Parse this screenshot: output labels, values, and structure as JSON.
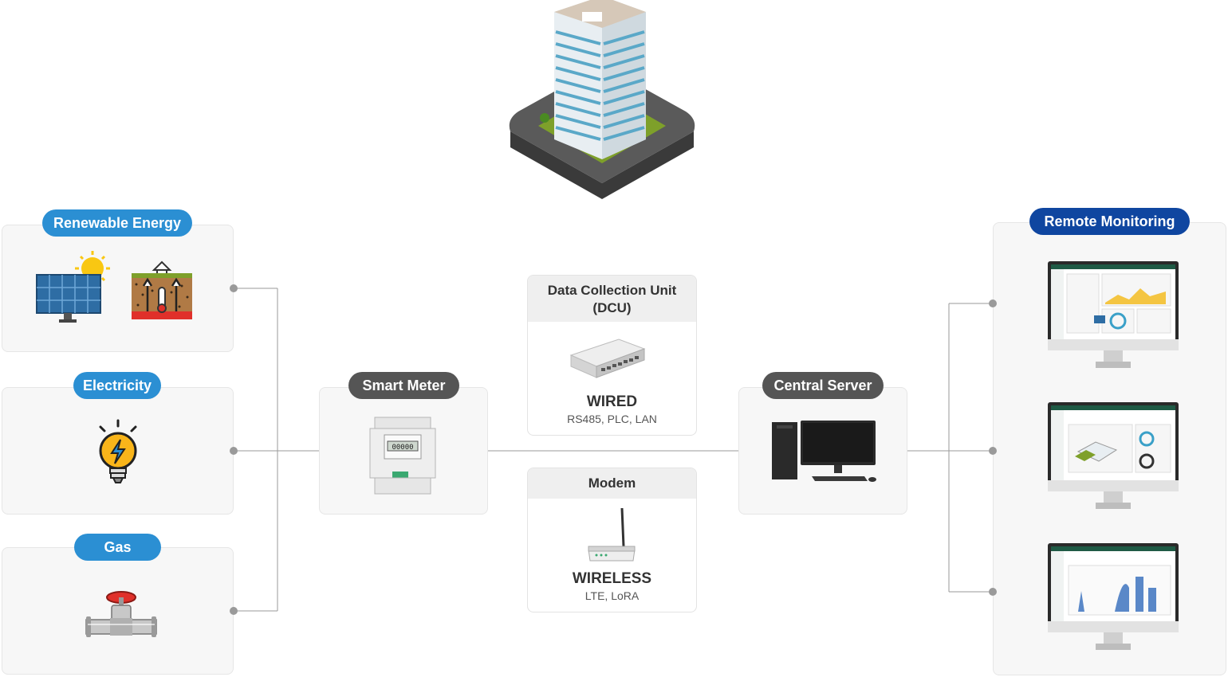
{
  "categories": {
    "renewable": "Renewable Energy",
    "electricity": "Electricity",
    "gas": "Gas"
  },
  "nodes": {
    "smart_meter": "Smart Meter",
    "central_server": "Central Server",
    "remote_monitoring": "Remote Monitoring"
  },
  "communication": {
    "dcu": {
      "title": "Data Collection Unit\n(DCU)",
      "type": "WIRED",
      "protocols": "RS485, PLC, LAN"
    },
    "modem": {
      "title": "Modem",
      "type": "WIRELESS",
      "protocols": "LTE,  LoRA"
    }
  },
  "icons": [
    "building-icon",
    "solar-panel-icon",
    "geothermal-icon",
    "light-bulb-icon",
    "gas-valve-icon",
    "smart-meter-icon",
    "dcu-switch-icon",
    "router-icon",
    "computer-icon",
    "monitor-dashboard-icon"
  ],
  "colors": {
    "pill_blue": "#2b8fd3",
    "pill_dark": "#555555",
    "pill_navy": "#0f46a0",
    "line": "#9a9a9a",
    "card_bg": "#f7f7f7"
  }
}
